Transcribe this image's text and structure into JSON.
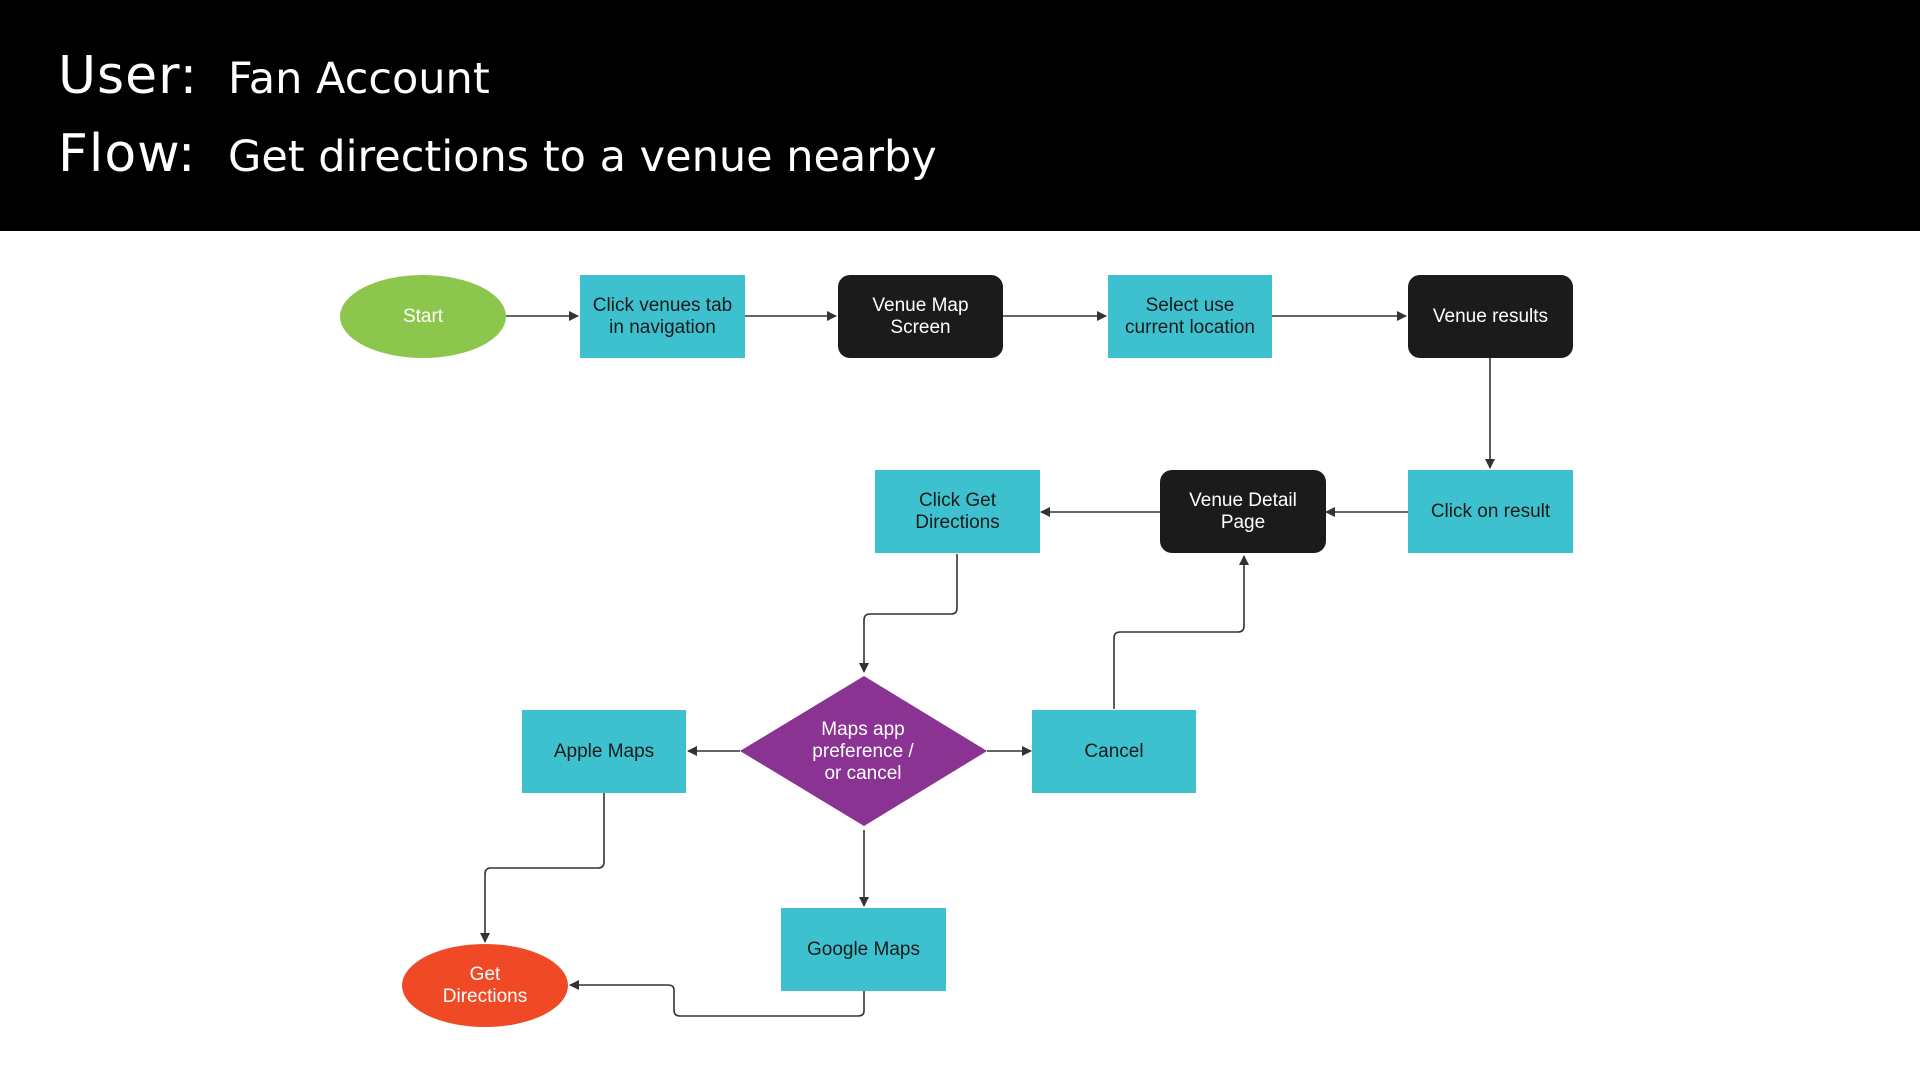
{
  "header": {
    "user_label": "User:",
    "user_value": "Fan Account",
    "flow_label": "Flow:",
    "flow_value": "Get directions to a venue nearby"
  },
  "nodes": {
    "start": "Start",
    "click_venues_tab": "Click venues tab\nin navigation",
    "venue_map_screen": "Venue Map\nScreen",
    "select_location": "Select use\ncurrent location",
    "venue_results": "Venue results",
    "click_on_result": "Click on result",
    "venue_detail_page": "Venue Detail\nPage",
    "click_get_directions": "Click Get\nDirections",
    "maps_decision": "Maps app\npreference /\nor cancel",
    "cancel": "Cancel",
    "apple_maps": "Apple Maps",
    "google_maps": "Google Maps",
    "get_directions": "Get\nDirections"
  },
  "colors": {
    "header_bg": "#000000",
    "process": "#3ec1cf",
    "screen": "#1b1b1b",
    "start": "#8dc64d",
    "end": "#ef4a25",
    "decision": "#8a3393",
    "connector": "#333333"
  }
}
